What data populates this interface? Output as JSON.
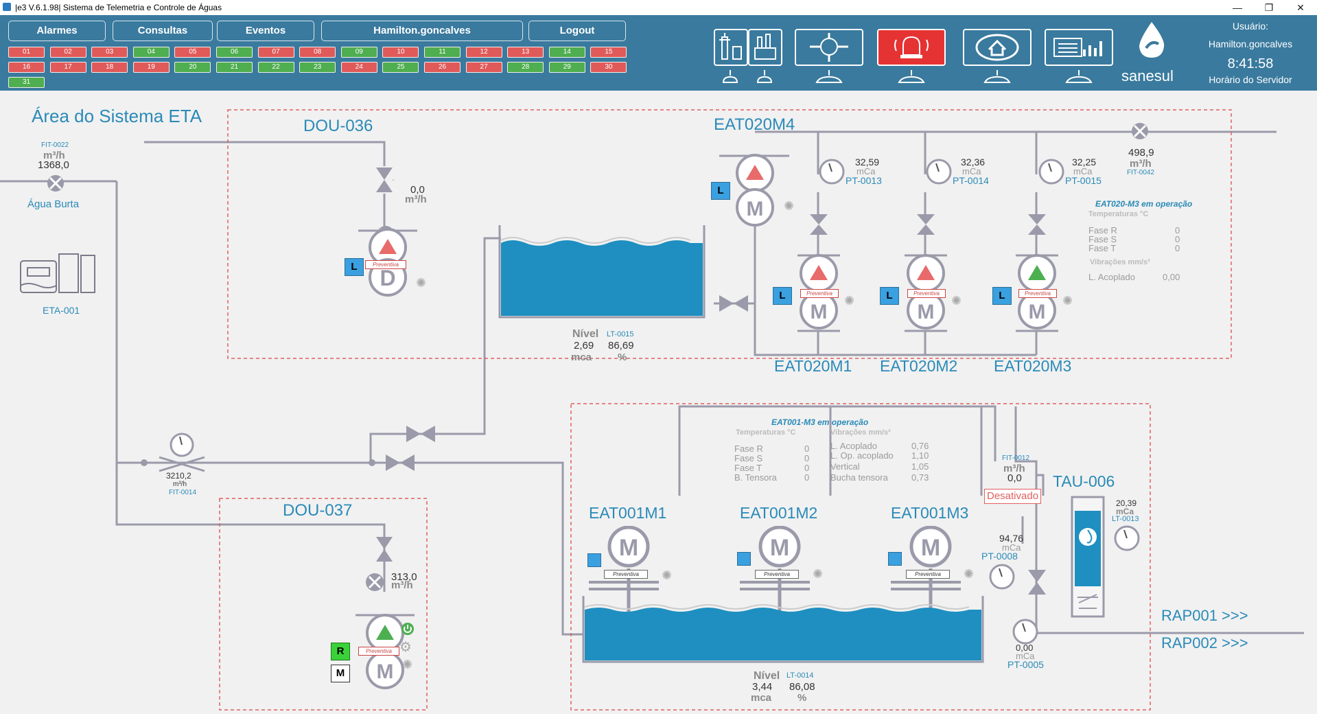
{
  "window": {
    "title": "|e3 V.6.1.98| Sistema de Telemetria e Controle de Águas",
    "min": "—",
    "max": "❐",
    "close": "✕"
  },
  "nav": {
    "alarmes": "Alarmes",
    "consultas": "Consultas",
    "eventos": "Eventos",
    "user": "Hamilton.goncalves",
    "logout": "Logout"
  },
  "days": [
    {
      "n": "01",
      "s": "r"
    },
    {
      "n": "02",
      "s": "r"
    },
    {
      "n": "03",
      "s": "r"
    },
    {
      "n": "04",
      "s": "g"
    },
    {
      "n": "05",
      "s": "r"
    },
    {
      "n": "06",
      "s": "g"
    },
    {
      "n": "07",
      "s": "r"
    },
    {
      "n": "08",
      "s": "r"
    },
    {
      "n": "09",
      "s": "g"
    },
    {
      "n": "10",
      "s": "r"
    },
    {
      "n": "11",
      "s": "g"
    },
    {
      "n": "12",
      "s": "r"
    },
    {
      "n": "13",
      "s": "r"
    },
    {
      "n": "14",
      "s": "g"
    },
    {
      "n": "15",
      "s": "r"
    },
    {
      "n": "16",
      "s": "r"
    },
    {
      "n": "17",
      "s": "r"
    },
    {
      "n": "18",
      "s": "r"
    },
    {
      "n": "19",
      "s": "r"
    },
    {
      "n": "20",
      "s": "g"
    },
    {
      "n": "21",
      "s": "g"
    },
    {
      "n": "22",
      "s": "g"
    },
    {
      "n": "23",
      "s": "g"
    },
    {
      "n": "24",
      "s": "r"
    },
    {
      "n": "25",
      "s": "g"
    },
    {
      "n": "26",
      "s": "r"
    },
    {
      "n": "27",
      "s": "r"
    },
    {
      "n": "28",
      "s": "g"
    },
    {
      "n": "29",
      "s": "g"
    },
    {
      "n": "30",
      "s": "r"
    },
    {
      "n": "31",
      "s": "g"
    }
  ],
  "userbox": {
    "label": "Usuário:",
    "name": "Hamilton.goncalves",
    "time": "8:41:58",
    "time_label": "Horário do Servidor"
  },
  "logo": "sanesul",
  "colors": {
    "header": "#3a7a9e",
    "pipe": "#9a9aaa",
    "water": "#1e8fc0",
    "label": "#2a8ab8",
    "pump_red": "#e86a6a",
    "pump_green": "#4caf50"
  },
  "area_title": "Área do Sistema ETA",
  "fit0022": {
    "tag": "FIT-0022",
    "unit": "m³/h",
    "value": "1368,0",
    "name": "Água Burta"
  },
  "eta001": "ETA-001",
  "dou036": {
    "title": "DOU-036",
    "flow": "0,0",
    "flow_unit": "m³/h",
    "tag": "Preventiva",
    "mode": "L"
  },
  "tank1": {
    "label": "Nível",
    "tag": "LT-0015",
    "v1": "2,69",
    "v2": "86,69",
    "u1": "mca",
    "u2": "%"
  },
  "eat020": {
    "title": "EAT020M4",
    "pt13": {
      "value": "32,59",
      "unit": "mCa",
      "tag": "PT-0013"
    },
    "pt14": {
      "value": "32,36",
      "unit": "mCa",
      "tag": "PT-0014"
    },
    "pt15": {
      "value": "32,25",
      "unit": "mCa",
      "tag": "PT-0015"
    },
    "fit42": {
      "value": "498,9",
      "unit": "m³/h",
      "tag": "FIT-0042"
    },
    "m1": "EAT020M1",
    "m2": "EAT020M2",
    "m3": "EAT020M3",
    "tag": "Preventiva",
    "mode": "L",
    "status": {
      "title": "EAT020-M3 em operação",
      "temp": "Temperaturas °C",
      "fr": "Fase R",
      "fs": "Fase S",
      "ft": "Fase T",
      "vfr": "0",
      "vfs": "0",
      "vft": "0",
      "vib": "Vibrações mm/s²",
      "la": "L. Acoplado",
      "vla": "0,00"
    }
  },
  "fit14": {
    "value": "3210,2",
    "unit": "m³/h",
    "tag": "FIT-0014"
  },
  "dou037": {
    "title": "DOU-037",
    "flow": "313,0",
    "flow_unit": "m³/h",
    "tag": "Preventiva",
    "r": "R",
    "m": "M"
  },
  "eat001": {
    "status": {
      "title": "EAT001-M3 em operação",
      "temp": "Temperaturas °C",
      "vib": "Vibrações mm/s²",
      "fr": "Fase R",
      "fs": "Fase S",
      "ft": "Fase T",
      "bt": "B. Tensora",
      "vfr": "0",
      "vfs": "0",
      "vft": "0",
      "vbt": "0",
      "la": "L. Acoplado",
      "lo": "L. Op. acoplado",
      "ve": "Vertical",
      "bu": "Bucha tensora",
      "vla": "0,76",
      "vlo": "1,10",
      "vve": "1,05",
      "vbu": "0,73"
    },
    "m1": "EAT001M1",
    "m2": "EAT001M2",
    "m3": "EAT001M3",
    "tag": "Preventiva"
  },
  "fit12": {
    "tag": "FIT-0012",
    "unit": "m³/h",
    "value": "0,0",
    "state": "Desativado"
  },
  "tau006": "TAU-006",
  "lt13": {
    "value": "20,39",
    "unit": "mCa",
    "tag": "LT-0013"
  },
  "pt08": {
    "value": "94,76",
    "unit": "mCa",
    "tag": "PT-0008"
  },
  "pt05": {
    "value": "0,00",
    "unit": "mCa",
    "tag": "PT-0005"
  },
  "rap001": "RAP001 >>>",
  "rap002": "RAP002 >>>",
  "tank2": {
    "label": "Nível",
    "tag": "LT-0014",
    "v1": "3,44",
    "v2": "86,08",
    "u1": "mca",
    "u2": "%"
  }
}
